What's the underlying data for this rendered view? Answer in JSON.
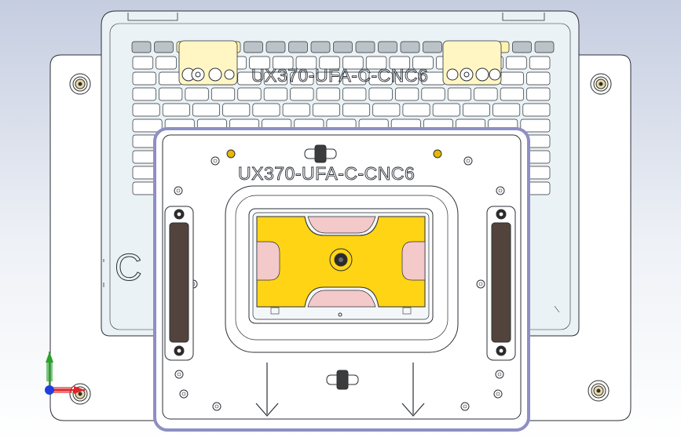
{
  "scene": {
    "top_label": "UX370-UFA-C-CNC6",
    "plate_label": "UX370-UFA-C-CNC6",
    "base_edge_text": "C"
  },
  "colors": {
    "background_top": "#c5cde0",
    "background_bottom": "#ffffff",
    "part_fill": "#ffffff",
    "base_tint": "#eaf2f5",
    "edge": "#2b2f36",
    "plate_border": "#8d8fc4",
    "nest_yellow": "#ffd414",
    "pocket_pink": "#f3c9c9",
    "clamp_brown": "#52443c",
    "bushing_gold": "#e6b800",
    "axis_x": "#e0242a",
    "axis_y": "#2aa12a",
    "axis_z": "#1f3fe0"
  },
  "icons": {
    "triad": "coordinate-triad-icon",
    "screw": "screw-icon",
    "arrow": "down-arrow-icon"
  }
}
